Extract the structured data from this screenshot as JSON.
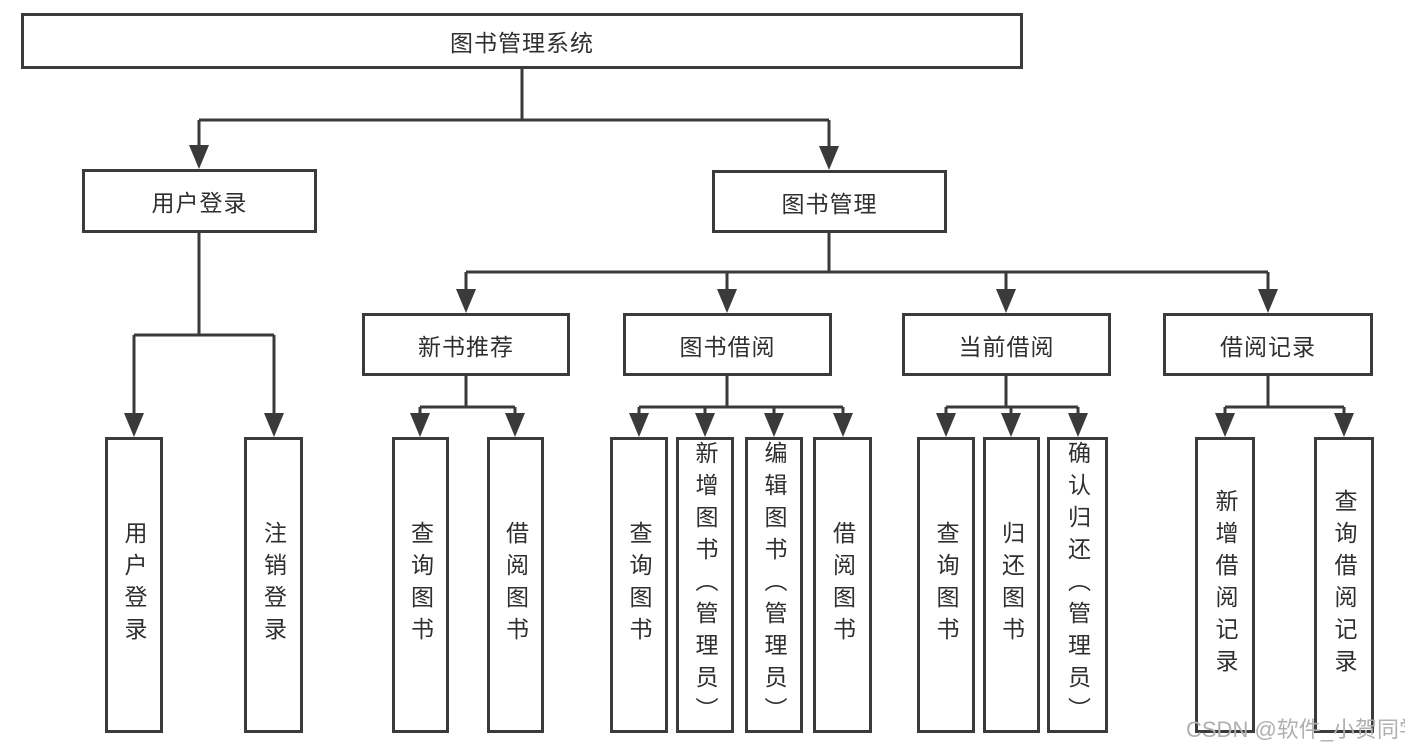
{
  "diagram": {
    "title_node": {
      "label": "图书管理系统"
    },
    "level2": [
      {
        "id": "user-login",
        "label": "用户登录"
      },
      {
        "id": "book-management",
        "label": "图书管理"
      }
    ],
    "level3": [
      {
        "id": "new-book-recommend",
        "label": "新书推荐",
        "parent": "图书管理"
      },
      {
        "id": "book-borrowing",
        "label": "图书借阅",
        "parent": "图书管理"
      },
      {
        "id": "current-borrowing",
        "label": "当前借阅",
        "parent": "图书管理"
      },
      {
        "id": "borrowing-records",
        "label": "借阅记录",
        "parent": "图书管理"
      }
    ],
    "leaves": [
      {
        "parent": "用户登录",
        "label": "用户登录"
      },
      {
        "parent": "用户登录",
        "label": "注销登录"
      },
      {
        "parent": "新书推荐",
        "label": "查询图书"
      },
      {
        "parent": "新书推荐",
        "label": "借阅图书"
      },
      {
        "parent": "图书借阅",
        "label": "查询图书"
      },
      {
        "parent": "图书借阅",
        "label": "新增图书（管理员）"
      },
      {
        "parent": "图书借阅",
        "label": "编辑图书（管理员）"
      },
      {
        "parent": "图书借阅",
        "label": "借阅图书"
      },
      {
        "parent": "当前借阅",
        "label": "查询图书"
      },
      {
        "parent": "当前借阅",
        "label": "归还图书"
      },
      {
        "parent": "当前借阅",
        "label": "确认归还（管理员）"
      },
      {
        "parent": "借阅记录",
        "label": "新增借阅记录"
      },
      {
        "parent": "借阅记录",
        "label": "查询借阅记录"
      }
    ]
  },
  "watermark": {
    "text": "CSDN @软件_小贺同学",
    "color": "#b0b0b0"
  },
  "colors": {
    "line": "#3a3a3a",
    "box_border": "#3b3b3b",
    "text": "#2f2f2f",
    "background": "#ffffff"
  }
}
